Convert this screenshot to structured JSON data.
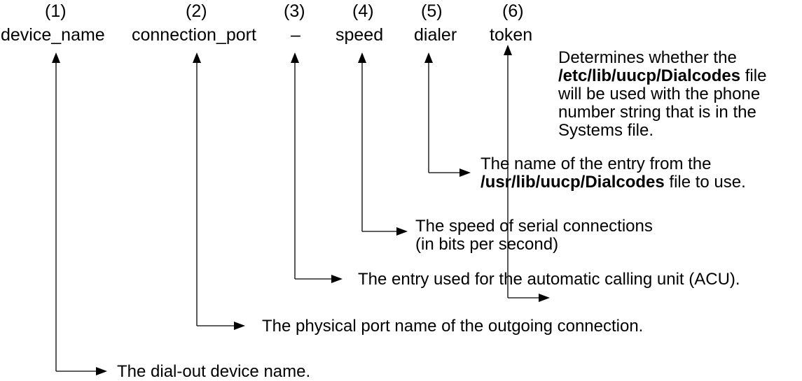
{
  "fields": [
    {
      "number": "(1)",
      "name": "device_name"
    },
    {
      "number": "(2)",
      "name": "connection_port"
    },
    {
      "number": "(3)",
      "name": "–"
    },
    {
      "number": "(4)",
      "name": "speed"
    },
    {
      "number": "(5)",
      "name": "dialer"
    },
    {
      "number": "(6)",
      "name": "token"
    }
  ],
  "descriptions": {
    "token": {
      "line1": "Determines whether the",
      "path": "/etc/lib/uucp/Dialcodes",
      "after_path": " file",
      "line3": "will be used with the phone",
      "line4": "number string that is in the",
      "line5": "Systems file."
    },
    "dialer": {
      "line1": "The name of the entry from the",
      "path": "/usr/lib/uucp/Dialcodes",
      "after_path": " file to use."
    },
    "speed": {
      "line1": "The speed of serial connections",
      "line2": "(in bits per second)"
    },
    "acu": {
      "line1": "The entry used for the automatic calling unit (ACU)."
    },
    "connection_port": {
      "line1": "The physical port name of the outgoing connection."
    },
    "device_name": {
      "line1": "The dial-out device name."
    }
  }
}
